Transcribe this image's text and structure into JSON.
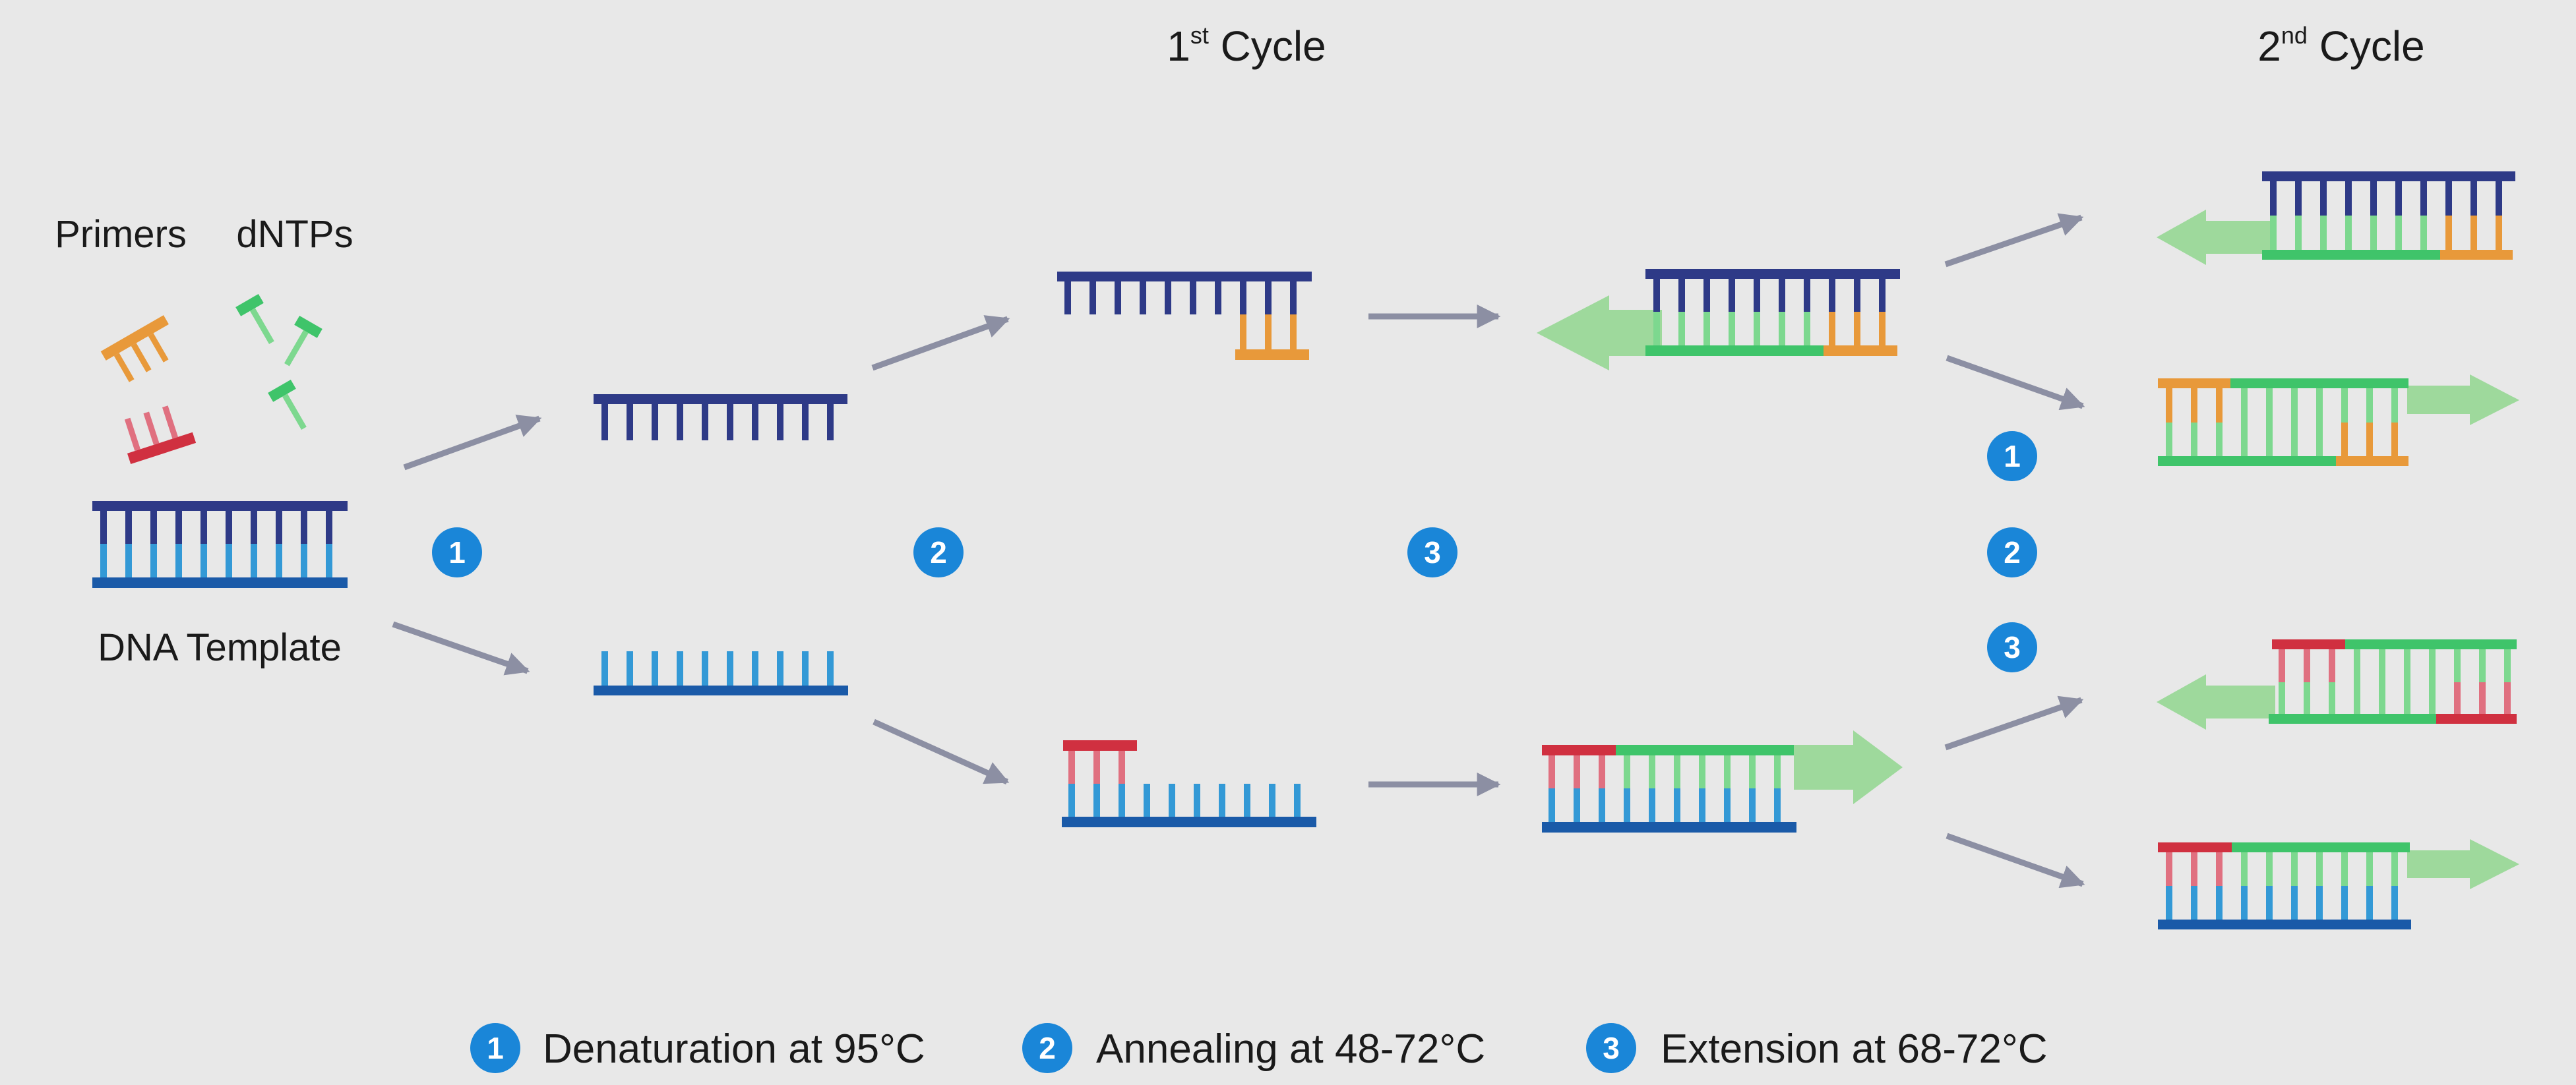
{
  "titles": {
    "cycle1": {
      "num": "1",
      "sup": "st",
      "word": " Cycle"
    },
    "cycle2": {
      "num": "2",
      "sup": "nd",
      "word": " Cycle"
    }
  },
  "labels": {
    "primers": "Primers",
    "dntps": "dNTPs",
    "template": "DNA Template"
  },
  "step_numbers": [
    "1",
    "2",
    "3"
  ],
  "legend": [
    {
      "num": "1",
      "text": "Denaturation at 95°C"
    },
    {
      "num": "2",
      "text": "Annealing at 48-72°C"
    },
    {
      "num": "3",
      "text": "Extension at 68-72°C"
    }
  ],
  "colors": {
    "background": "#e8e8e8",
    "strand_dark_blue": "#2e3a87",
    "strand_light_blue": "#3399d6",
    "strand_blue_base": "#1a5aa8",
    "primer_orange": "#e8993a",
    "primer_red": "#d03040",
    "primer_pink": "#e07080",
    "new_strand_green": "#3fc46a",
    "extension_arrow_green": "#9ed99c",
    "arrow_gray": "#8c8fa3",
    "badge_blue": "#1a86d8"
  }
}
